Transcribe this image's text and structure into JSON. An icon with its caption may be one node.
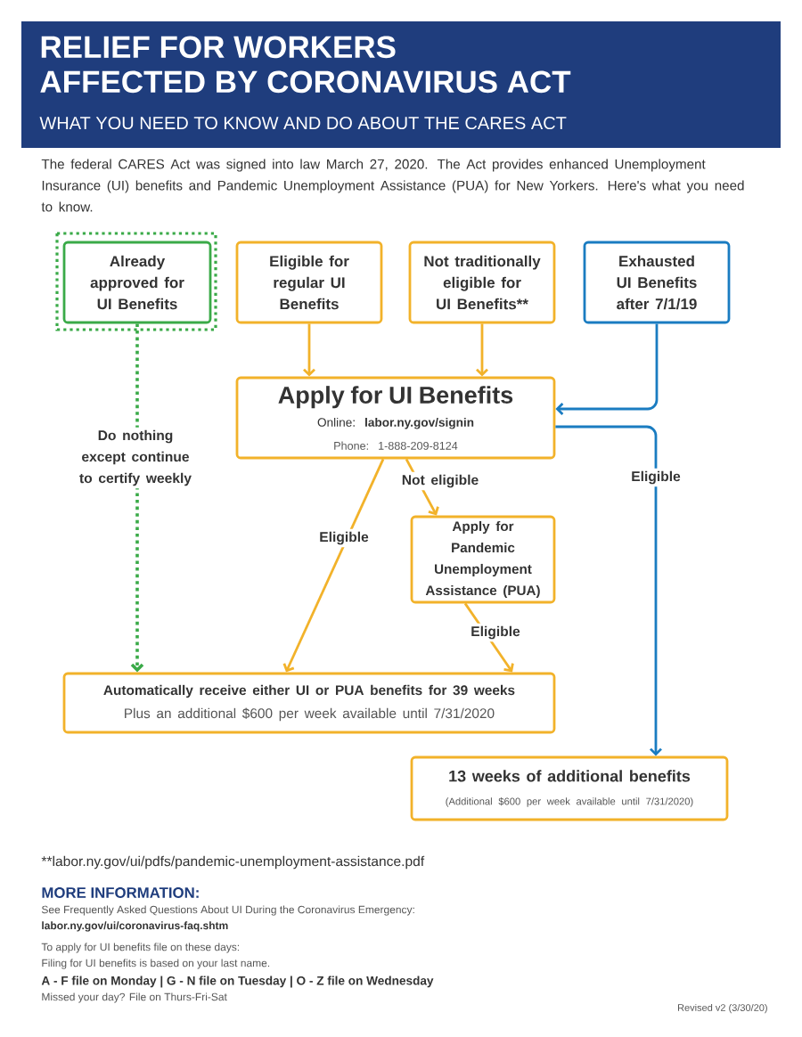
{
  "diagram": {
    "title": "RELIEF FOR WORKERS AFFECTED BY CORONAVIRUS ACT",
    "nodes": [
      {
        "text": [
          "Already approved for UI Benefits"
        ]
      },
      {
        "text": [
          "Eligible for regular UI Benefits"
        ]
      },
      {
        "text": [
          "Not traditionally eligible for UI Benefits**"
        ]
      },
      {
        "text": [
          "Exhausted UI Benefits after 7/1/19"
        ]
      },
      {
        "text": [
          "Apply for UI Benefits",
          "Online: **labor.ny.gov/signin**",
          "Phone: 1-888-209-8124"
        ]
      },
      {
        "text": [
          "Apply for Pandemic Unemployment Assistance (PUA)"
        ]
      },
      {
        "text": [
          "Automatically receive either UI or PUA benefits for 39 weeks",
          "Plus an additional $600 per week available until 7/31/2020"
        ]
      },
      {
        "text": [
          "13 weeks of additional benefits",
          "(Additional $600 per week available until 7/31/2020)"
        ]
      }
    ],
    "edges": [
      {
        "from": 0,
        "to": 6,
        "arrow": "to",
        "label": "Do nothing except continue to certify weekly",
        "style": "dashed",
        "color": "#3aaa48"
      },
      {
        "from": 1,
        "to": 4,
        "arrow": "to"
      },
      {
        "from": 2,
        "to": 4,
        "arrow": "to"
      },
      {
        "from": 3,
        "to": 4,
        "arrow": "to",
        "color": "#1a7cc1"
      },
      {
        "from": 4,
        "to": 7,
        "arrow": "to",
        "label": "Eligible",
        "color": "#1a7cc1"
      },
      {
        "from": 4,
        "to": 6,
        "arrow": "to",
        "label": "Eligible"
      },
      {
        "from": 4,
        "to": 5,
        "arrow": "to",
        "label": "Not eligible"
      },
      {
        "from": 5,
        "to": 6,
        "arrow": "to",
        "label": "Eligible"
      }
    ],
    "labels": [
      "WHAT YOU NEED TO KNOW AND DO ABOUT THE CARES ACT",
      "The federal CARES Act was signed into law March 27, 2020. The Act provides enhanced Unemployment Insurance (UI) benefits and Pandemic Unemployment Assistance (PUA) for New Yorkers. Here's what you need to know.",
      "**labor.ny.gov/ui/pdfs/pandemic-unemployment-assistance.pdf",
      "MORE INFORMATION:",
      "See Frequently Asked Questions About UI During the Coronavirus Emergency:",
      "labor.ny.gov/ui/coronavirus-faq.shtm",
      "To apply for UI benefits file on these days:",
      "Filing for UI benefits is based on your last name.",
      "A - F file on Monday | G - N file on Tuesday | O - Z file on Wednesday",
      "Missed your day? File on Thurs-Fri-Sat",
      "Revised v2 (3/30/20)"
    ]
  }
}
